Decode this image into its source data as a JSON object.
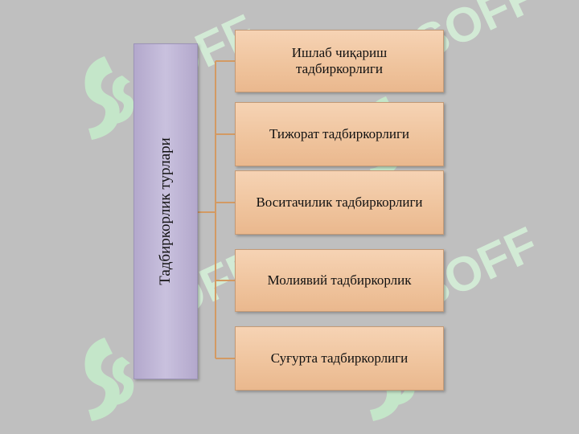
{
  "diagram": {
    "root": {
      "label": "Тадбиркорлик турлари"
    },
    "children": [
      {
        "label": "Ишлаб чиқариш\nтадбиркорлиги"
      },
      {
        "label": "Тижорат тадбиркорлиги"
      },
      {
        "label": "Воситачилик тадбиркорлиги"
      },
      {
        "label": "Молиявий тадбиркорлик"
      },
      {
        "label": "Суғурта тадбиркорлиги"
      }
    ]
  },
  "colors": {
    "background": "#bfbfbf",
    "root_fill": "#c2b9d8",
    "child_fill": "#efc39c",
    "connector": "#d39a63",
    "watermark": "#c9f0cf"
  },
  "watermark": {
    "text": "SOFF",
    "icon": "soff-logo-icon"
  }
}
